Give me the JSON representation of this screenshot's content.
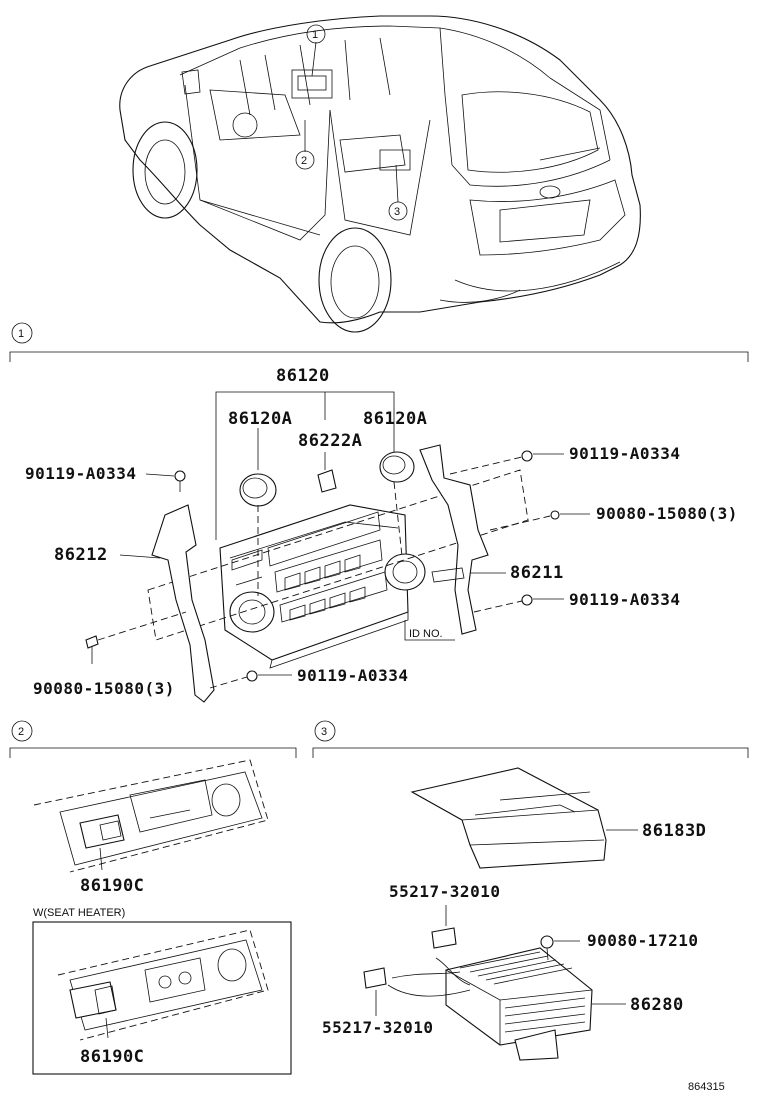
{
  "sections": {
    "s1": "1",
    "s2": "2",
    "s3": "3"
  },
  "car": {
    "callout_1": "1",
    "callout_2": "2",
    "callout_3": "3"
  },
  "section1": {
    "p86120": "86120",
    "p86120A_left": "86120A",
    "p86120A_right": "86120A",
    "p86222A": "86222A",
    "p90119_tl": "90119-A0334",
    "p90119_tr": "90119-A0334",
    "p90080_r": "90080-15080(3)",
    "p86212": "86212",
    "p86211": "86211",
    "p90119_mr": "90119-A0334",
    "id_no": "ID NO.",
    "p90080_l": "90080-15080(3)",
    "p90119_b": "90119-A0334"
  },
  "section2": {
    "p86190C_top": "86190C",
    "seat_heater_note": "W(SEAT HEATER)",
    "p86190C_bottom": "86190C"
  },
  "section3": {
    "p86183D": "86183D",
    "p55217_top": "55217-32010",
    "p90080_17210": "90080-17210",
    "p86280": "86280",
    "p55217_bottom": "55217-32010"
  },
  "figure_id": "864315"
}
